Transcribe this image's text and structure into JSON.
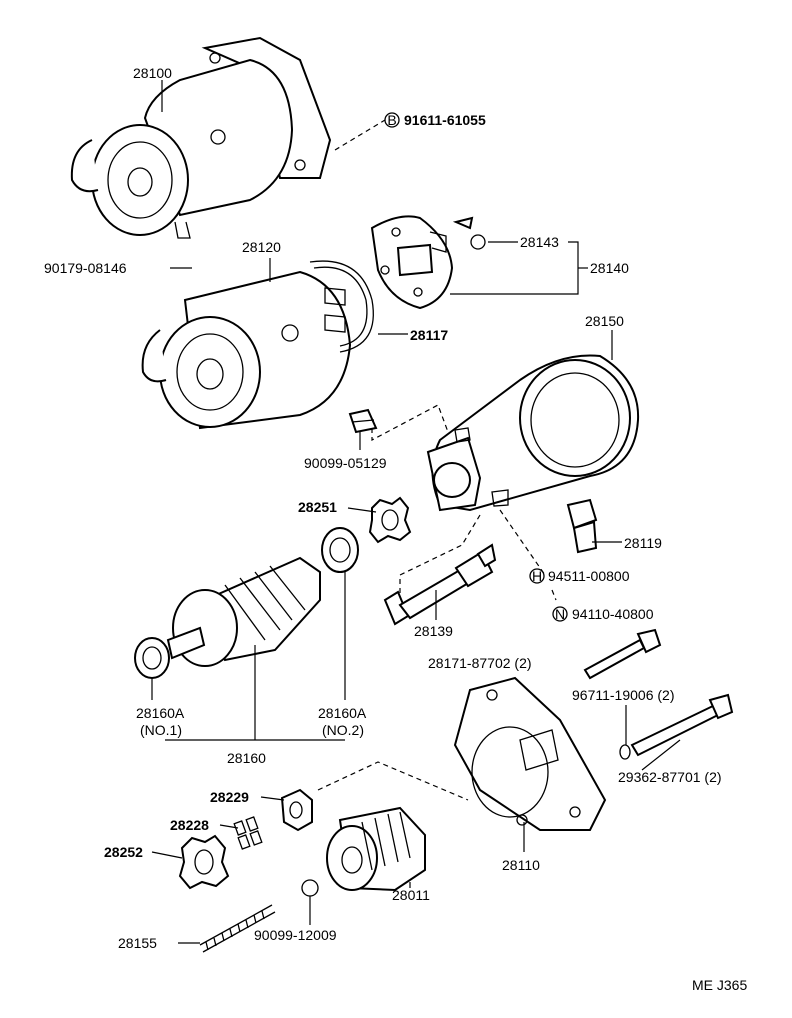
{
  "labels": {
    "p28100": "28100",
    "p91611": "91611-61055",
    "p91611_badge": "B",
    "p90179": "90179-08146",
    "p28120": "28120",
    "p28143": "28143",
    "p28140": "28140",
    "p28117": "28117",
    "p28150": "28150",
    "p90099_05129": "90099-05129",
    "p28251": "28251",
    "p28119": "28119",
    "p94511": "94511-00800",
    "p94511_badge": "H",
    "p94110": "94110-40800",
    "p94110_badge": "N",
    "p28139": "28139",
    "p28171": "28171-87702 (2)",
    "p28160A_1": "28160A",
    "p28160A_1_sub": "(NO.1)",
    "p28160A_2": "28160A",
    "p28160A_2_sub": "(NO.2)",
    "p28160": "28160",
    "p96711": "96711-19006 (2)",
    "p29362": "29362-87701 (2)",
    "p28229": "28229",
    "p28228": "28228",
    "p28252": "28252",
    "p28110": "28110",
    "p28011": "28011",
    "p28155": "28155",
    "p90099_12009": "90099-12009",
    "footer_code": "ME J365"
  }
}
